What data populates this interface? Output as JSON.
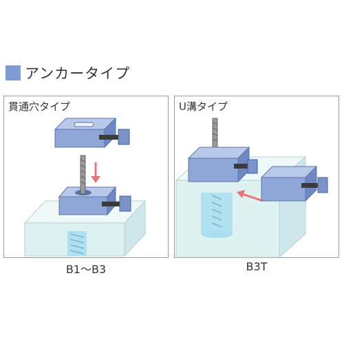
{
  "heading": {
    "text": "アンカータイプ",
    "marker_color": "#7f9bd4"
  },
  "panels": [
    {
      "title": "貫通穴タイプ",
      "caption": "B1～B3"
    },
    {
      "title": "U溝タイプ",
      "caption": "B3T"
    }
  ],
  "colors": {
    "block": "#8fa7d6",
    "block_dark": "#5a73ad",
    "concrete": "#dff1f1",
    "hole": "#a9dff0",
    "arrow": "#e8737a"
  }
}
